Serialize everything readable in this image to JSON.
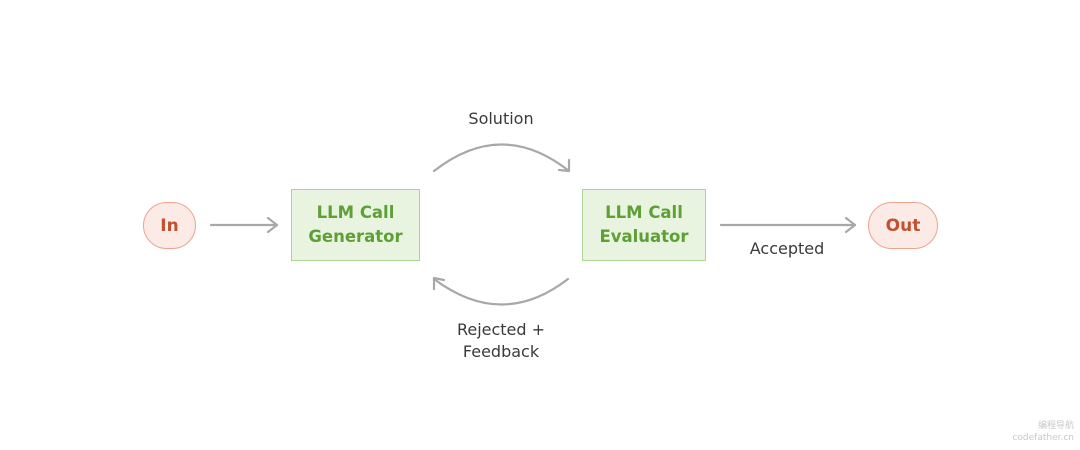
{
  "nodes": {
    "input": "In",
    "output": "Out",
    "generator": {
      "line1": "LLM Call",
      "line2": "Generator"
    },
    "evaluator": {
      "line1": "LLM Call",
      "line2": "Evaluator"
    }
  },
  "edges": {
    "solution": "Solution",
    "accepted": "Accepted",
    "rejected_line1": "Rejected +",
    "rejected_line2": "Feedback"
  },
  "watermark": {
    "line1": "编程导航",
    "line2": "codefather.cn"
  },
  "colors": {
    "terminal_fill": "#fbeae5",
    "terminal_border": "#eba58f",
    "terminal_text": "#c2512f",
    "llm_fill": "#e8f4df",
    "llm_border": "#a9d595",
    "llm_text": "#5e9f36",
    "arrow": "#a8a8a8",
    "label_text": "#3a3a3a"
  }
}
